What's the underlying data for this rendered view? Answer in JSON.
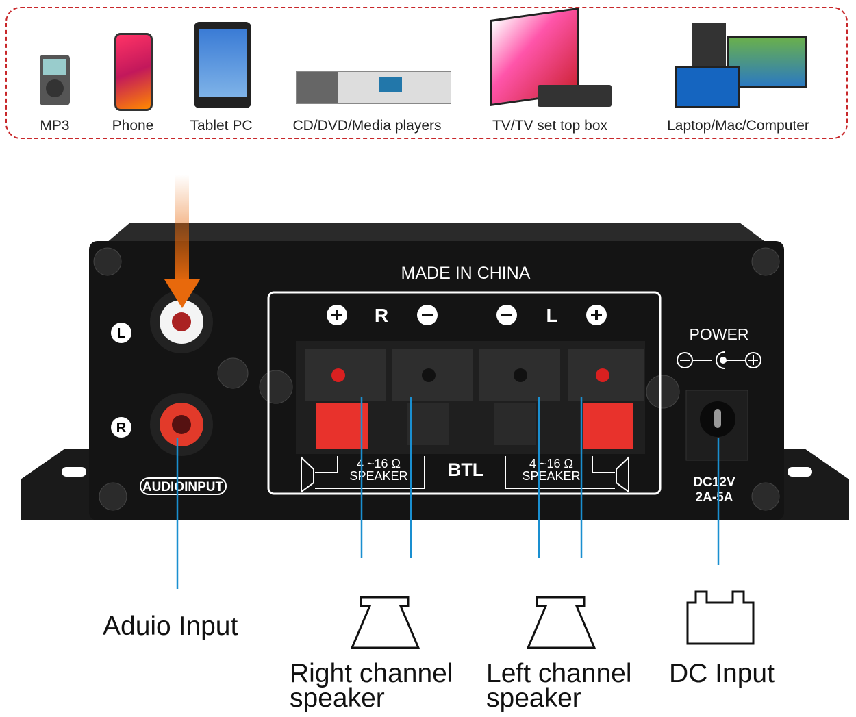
{
  "sources": {
    "items": [
      {
        "label": "MP3",
        "icon": "mp3-player-icon"
      },
      {
        "label": "Phone",
        "icon": "phone-icon"
      },
      {
        "label": "Tablet PC",
        "icon": "tablet-icon"
      },
      {
        "label": "CD/DVD/Media players",
        "icon": "media-player-icon"
      },
      {
        "label": "TV/TV set top box",
        "icon": "tv-icon"
      },
      {
        "label": "Laptop/Mac/Computer",
        "icon": "computer-icon"
      }
    ],
    "border_color": "#c8282b"
  },
  "amplifier": {
    "made_in": "MADE IN CHINA",
    "channel_r": "R",
    "channel_l": "L",
    "input_l": "L",
    "input_r": "R",
    "audio_input_label": "AUDIOINPUT",
    "impedance_r": "4 ~16 Ω",
    "impedance_l": "4 ~16 Ω",
    "speaker_r": "SPEAKER",
    "speaker_l": "SPEAKER",
    "btl": "BTL",
    "power": "POWER",
    "dc_voltage": "DC12V",
    "dc_current": "2A-5A"
  },
  "callouts": {
    "audio_input": "Aduio Input",
    "right_line1": "Right channel",
    "right_line2": "speaker",
    "left_line1": "Left channel",
    "left_line2": "speaker",
    "dc_input": "DC Input",
    "line_color": "#1a8fd0",
    "arrow_color": "#e8690c"
  }
}
